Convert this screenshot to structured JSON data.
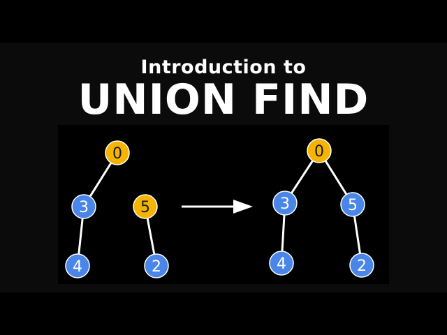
{
  "header": {
    "subtitle": "Introduction to",
    "title": "UNION FIND"
  },
  "colors": {
    "background": "#000000",
    "root_node": "#f4b400",
    "child_node": "#4a86e8",
    "node_stroke": "#ffffff",
    "edge": "#ffffff",
    "root_label": "#1a1a1a",
    "child_label": "#ffffff"
  },
  "diagram": {
    "before": {
      "nodes": [
        {
          "id": "b0",
          "label": "0",
          "role": "root"
        },
        {
          "id": "b3",
          "label": "3",
          "role": "child"
        },
        {
          "id": "b4",
          "label": "4",
          "role": "child"
        },
        {
          "id": "b5",
          "label": "5",
          "role": "root"
        },
        {
          "id": "b2",
          "label": "2",
          "role": "child"
        }
      ],
      "edges": [
        [
          "b0",
          "b3"
        ],
        [
          "b3",
          "b4"
        ],
        [
          "b5",
          "b2"
        ]
      ]
    },
    "after": {
      "nodes": [
        {
          "id": "a0",
          "label": "0",
          "role": "root"
        },
        {
          "id": "a3",
          "label": "3",
          "role": "child"
        },
        {
          "id": "a5",
          "label": "5",
          "role": "child"
        },
        {
          "id": "a4",
          "label": "4",
          "role": "child"
        },
        {
          "id": "a2",
          "label": "2",
          "role": "child"
        }
      ],
      "edges": [
        [
          "a0",
          "a3"
        ],
        [
          "a0",
          "a5"
        ],
        [
          "a3",
          "a4"
        ],
        [
          "a5",
          "a2"
        ]
      ]
    },
    "arrow_icon": "right-arrow-icon"
  }
}
